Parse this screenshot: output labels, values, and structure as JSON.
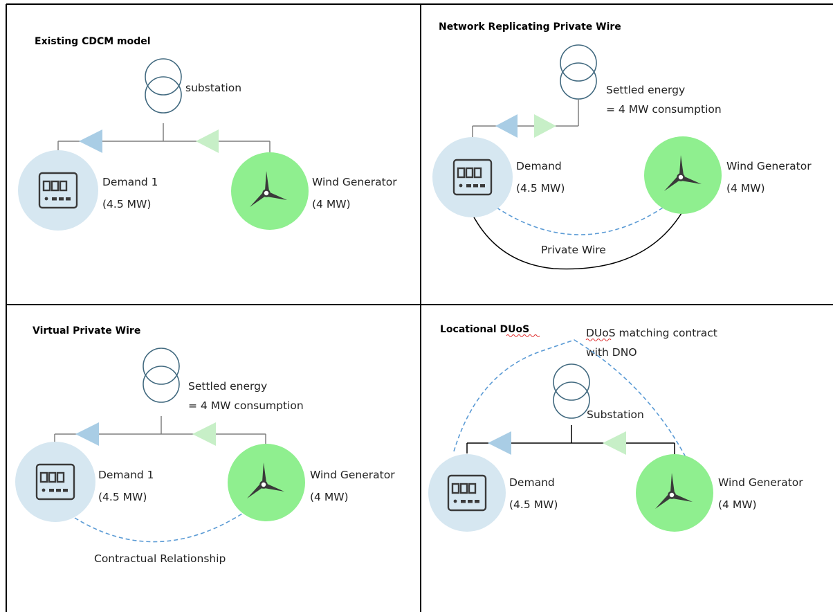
{
  "panels": {
    "p1": {
      "title": "Existing CDCM model",
      "substation": "substation",
      "demand_name": "Demand 1",
      "demand_rating": "(4.5 MW)",
      "gen_name": "Wind Generator",
      "gen_rating": "(4 MW)"
    },
    "p2": {
      "title": "Network Replicating Private Wire",
      "settled_line1": "Settled energy",
      "settled_line2": "= 4 MW consumption",
      "demand_name": "Demand",
      "demand_rating": "(4.5 MW)",
      "gen_name": "Wind Generator",
      "gen_rating": "(4 MW)",
      "wire_label": "Private Wire"
    },
    "p3": {
      "title": "Virtual Private Wire",
      "settled_line1": "Settled energy",
      "settled_line2": "= 4 MW consumption",
      "demand_name": "Demand 1",
      "demand_rating": "(4.5 MW)",
      "gen_name": "Wind Generator",
      "gen_rating": "(4 MW)",
      "contract_label": "Contractual Relationship"
    },
    "p4": {
      "title": "Locational DUoS",
      "contract_line1": "DUoS matching contract",
      "contract_line2": "with DNO",
      "substation": "Substation",
      "demand_name": "Demand",
      "demand_rating": "(4.5 MW)",
      "gen_name": "Wind Generator",
      "gen_rating": "(4 MW)"
    }
  },
  "colors": {
    "demand_fill": "#d6e7f1",
    "generator_fill": "#8fef8f",
    "import_arrow": "#a9cde5",
    "export_arrow": "#c7efc7",
    "contract_dash": "#5b9bd5"
  }
}
